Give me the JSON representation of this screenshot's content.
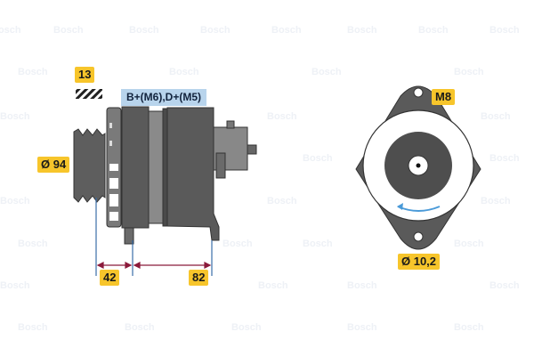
{
  "watermark": "Bosch",
  "labels": {
    "pulley_grooves": "13",
    "connections": "B+(M6),D+(M5)",
    "pulley_diameter": "Ø 94",
    "dim_left": "42",
    "dim_right": "82",
    "thread": "M8",
    "hole_diameter": "Ø 10,2"
  },
  "colors": {
    "tag": "#f7c52b",
    "connection_tag": "#b8d4ec",
    "body": "#5a5a5a",
    "dimension_line": "#8b1a3a",
    "extension_line": "#3a6ea8",
    "rotation_arrow": "#4a9ad8"
  }
}
